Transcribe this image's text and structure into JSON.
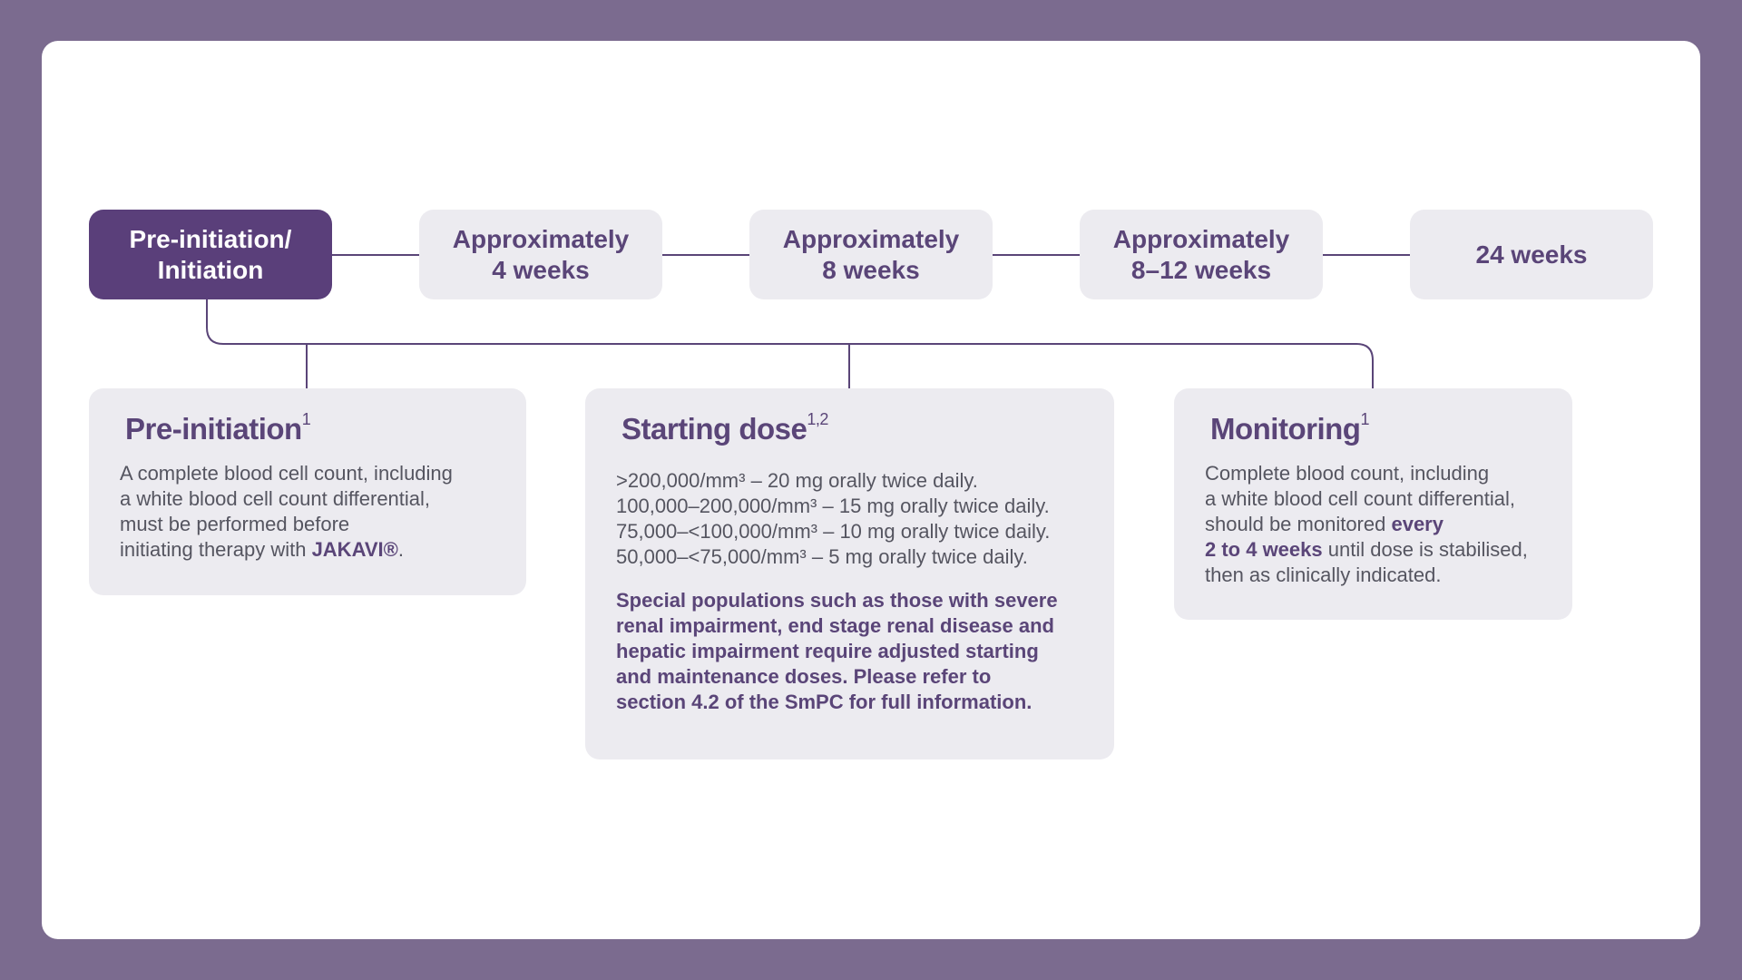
{
  "timeline": {
    "steps": [
      {
        "label": "Pre-initiation/\nInitiation",
        "active": true
      },
      {
        "label": "Approximately\n4 weeks",
        "active": false
      },
      {
        "label": "Approximately\n8 weeks",
        "active": false
      },
      {
        "label": "Approximately\n8–12 weeks",
        "active": false
      },
      {
        "label": "24 weeks",
        "active": false
      }
    ]
  },
  "cards": {
    "pre_initiation": {
      "title": "Pre-initiation",
      "title_sup": "1",
      "text_1": "A complete blood cell count, including",
      "text_2": "a white blood cell count differential,",
      "text_3": "must be performed before",
      "text_4_prefix": "initiating therapy with ",
      "text_4_brand": "JAKAVI®",
      "text_4_suffix": "."
    },
    "starting_dose": {
      "title": "Starting dose",
      "title_sup": "1,2",
      "dose_lines": [
        ">200,000/mm³ – 20 mg orally twice daily.",
        "100,000–200,000/mm³ – 15 mg orally twice daily.",
        "75,000–<100,000/mm³ – 10 mg orally twice daily.",
        "50,000–<75,000/mm³ – 5 mg orally twice daily."
      ],
      "special_lines": [
        "Special populations such as those with severe",
        "renal impairment, end stage renal disease and",
        "hepatic impairment require adjusted starting",
        "and maintenance doses. Please refer to",
        "section 4.2 of the SmPC for full information."
      ]
    },
    "monitoring": {
      "title": "Monitoring",
      "title_sup": "1",
      "text_1": "Complete blood count, including",
      "text_2": "a white blood cell count differential,",
      "text_3_prefix": "should be monitored ",
      "text_3_bold": "every",
      "text_4_bold": "2 to 4 weeks",
      "text_4_suffix": " until dose is stabilised,",
      "text_5": "then as clinically indicated."
    }
  },
  "colors": {
    "frame": "#7b6b8f",
    "accent": "#5a3f7a",
    "card_bg": "#ecebf0",
    "line": "#5a4578"
  }
}
